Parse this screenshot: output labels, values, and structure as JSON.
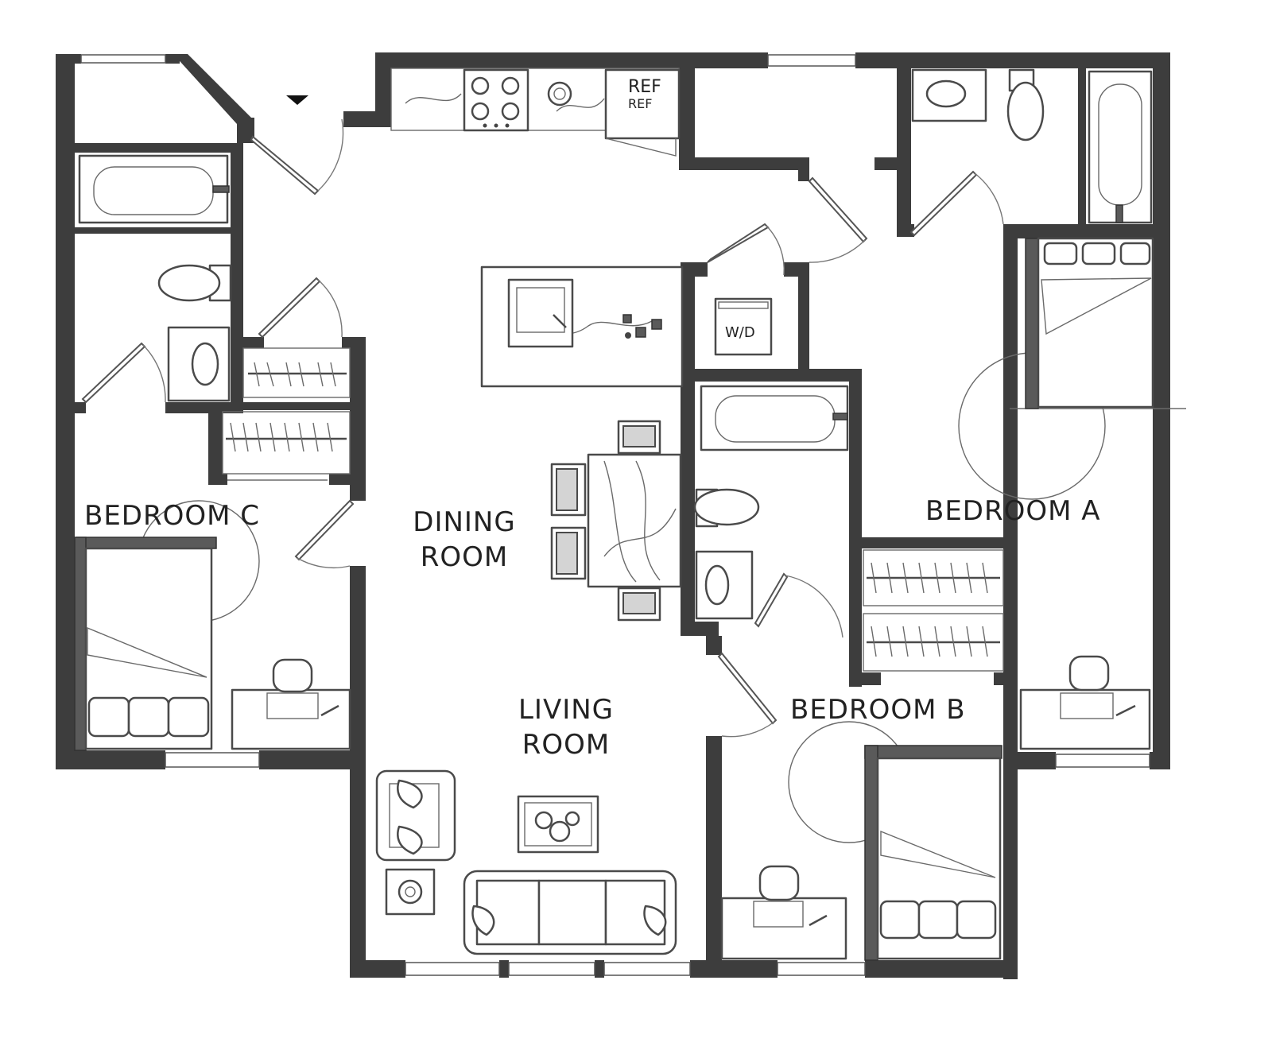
{
  "rooms": {
    "bedroom_a": "BEDROOM A",
    "bedroom_b": "BEDROOM B",
    "bedroom_c": "BEDROOM C",
    "dining_line1": "DINING",
    "dining_line2": "ROOM",
    "living_line1": "LIVING",
    "living_line2": "ROOM"
  },
  "fixtures": {
    "ref_label_1": "REF",
    "ref_label_2": "REF",
    "washer_dryer": "W/D"
  },
  "colors": {
    "wall": "#3d3d3d",
    "paper": "#ffffff",
    "line": "#4a4a4a"
  },
  "icons": [
    "entry-arrow-icon",
    "stove-icon",
    "sink-icon",
    "toilet-icon",
    "bathtub-icon",
    "bed-icon",
    "desk-chair-icon",
    "sofa-icon",
    "armchair-icon",
    "coffee-table-icon",
    "dining-table-icon",
    "closet-hangers-icon",
    "washer-dryer-icon"
  ]
}
